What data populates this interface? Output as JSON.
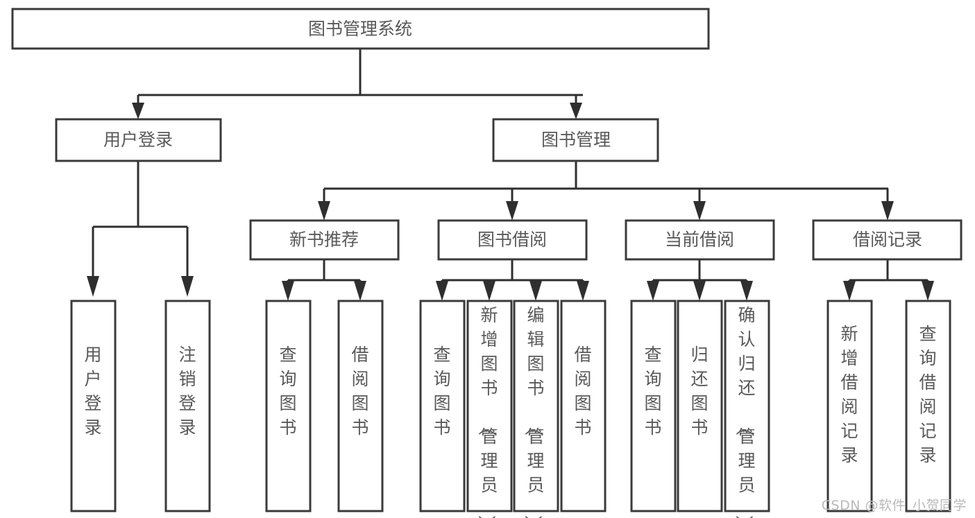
{
  "diagram": {
    "title": "图书管理系统",
    "watermark": "CSDN @软件_小贺同学",
    "root": {
      "id": "root",
      "label": "图书管理系统"
    },
    "level1": [
      {
        "id": "user-login",
        "label": "用户登录"
      },
      {
        "id": "book-management",
        "label": "图书管理"
      }
    ],
    "level2": [
      {
        "id": "new-book-recommend",
        "label": "新书推荐"
      },
      {
        "id": "book-borrow",
        "label": "图书借阅"
      },
      {
        "id": "current-borrow",
        "label": "当前借阅"
      },
      {
        "id": "borrow-record",
        "label": "借阅记录"
      }
    ],
    "leaves": {
      "user_login": [
        {
          "id": "leaf-user-login",
          "label": "用户登录"
        },
        {
          "id": "leaf-logout-login",
          "label": "注销登录"
        }
      ],
      "new_book_recommend": [
        {
          "id": "leaf-query-book-1",
          "label": "查询图书"
        },
        {
          "id": "leaf-borrow-book-1",
          "label": "借阅图书"
        }
      ],
      "book_borrow": [
        {
          "id": "leaf-query-book-2",
          "label": "查询图书"
        },
        {
          "id": "leaf-add-book",
          "label": "新增图书（管理员）"
        },
        {
          "id": "leaf-edit-book",
          "label": "编辑图书（管理员）"
        },
        {
          "id": "leaf-borrow-book-2",
          "label": "借阅图书"
        }
      ],
      "current_borrow": [
        {
          "id": "leaf-query-book-3",
          "label": "查询图书"
        },
        {
          "id": "leaf-return-book",
          "label": "归还图书"
        },
        {
          "id": "leaf-confirm-return",
          "label": "确认归还（管理员）"
        }
      ],
      "borrow_record": [
        {
          "id": "leaf-add-record",
          "label": "新增借阅记录"
        },
        {
          "id": "leaf-query-record",
          "label": "查询借阅记录"
        }
      ]
    },
    "colors": {
      "box_border": "#3a3a3a",
      "connector": "#2f2f2f",
      "text": "#595959",
      "background": "#ffffff",
      "watermark": "#b9b9b9"
    }
  }
}
